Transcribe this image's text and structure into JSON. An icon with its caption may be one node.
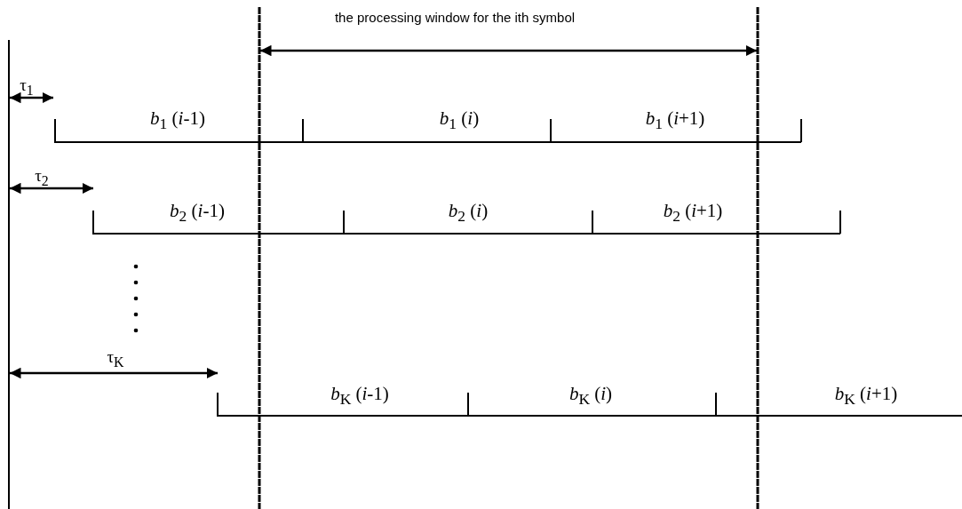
{
  "diagram": {
    "labels": [
      "the processing window for the ith symbol",
      "τ$_{1}$",
      "*b*$_{1}$ (*i*-1)",
      "*b*$_{1}$ (*i*)",
      "*b*$_{1}$ (*i*+1)",
      "τ$_{2}$",
      "*b*$_{2}$ (*i*-1)",
      "*b*$_{2}$ (*i*)",
      "*b*$_{2}$ (*i*+1)",
      "τ$_{K}$",
      "*b*$_{K}$ (*i*-1)",
      "*b*$_{K}$ (*i*)",
      "*b*$_{K}$ (*i*+1)"
    ]
  }
}
